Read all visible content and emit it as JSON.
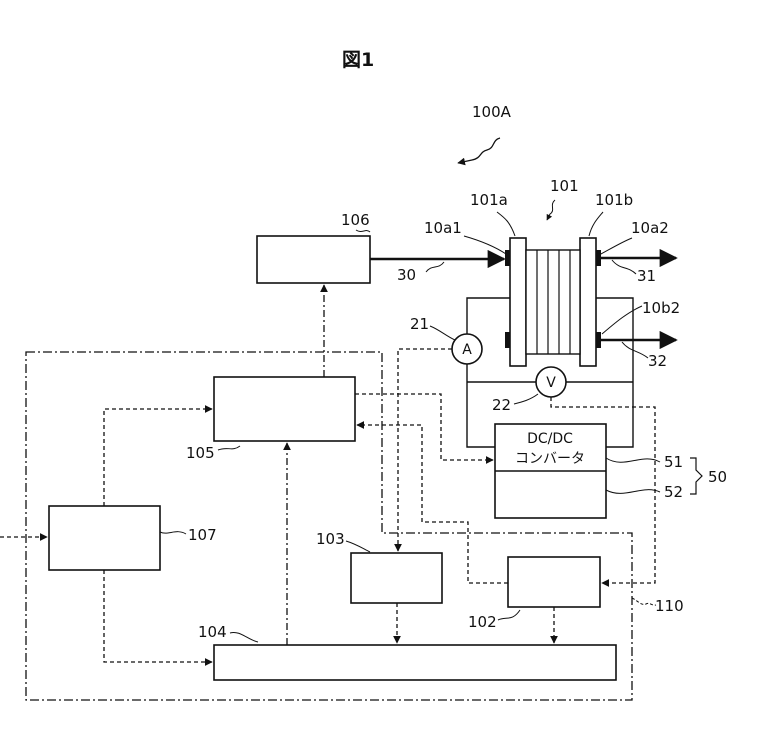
{
  "figure": {
    "title": "図1"
  },
  "labels": {
    "system": "100A",
    "stack": "101",
    "plate_a": "101a",
    "plate_b": "101b",
    "port_a1": "10a1",
    "port_a2": "10a2",
    "port_b2": "10b2",
    "box_106": "106",
    "box_105": "105",
    "box_107": "107",
    "box_103": "103",
    "box_102": "102",
    "box_104": "104",
    "line_30": "30",
    "line_31": "31",
    "line_32": "32",
    "ammeter_num": "21",
    "voltmeter_num": "22",
    "ammeter_symbol": "A",
    "voltmeter_symbol": "V",
    "converter_line1": "DC/DC",
    "converter_line2": "コンバータ",
    "conv_51": "51",
    "conv_52": "52",
    "conv_group": "50",
    "controller": "110"
  }
}
